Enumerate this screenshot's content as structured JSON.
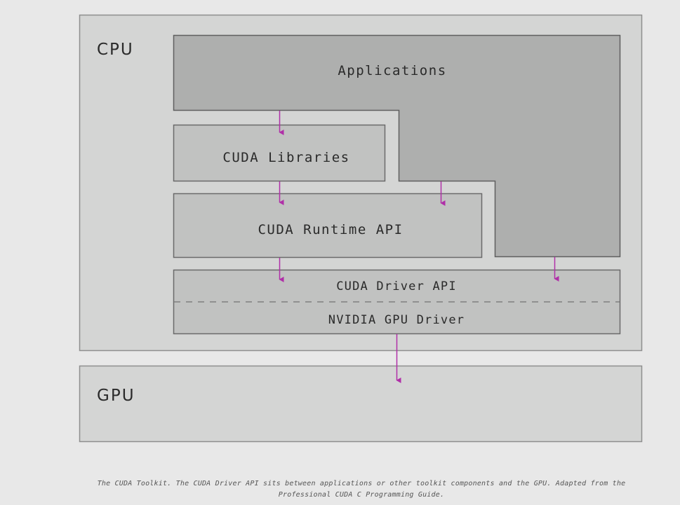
{
  "diagram": {
    "regions": {
      "cpu": {
        "label": "CPU"
      },
      "gpu": {
        "label": "GPU"
      }
    },
    "blocks": {
      "applications": {
        "label": "Applications"
      },
      "cuda_libraries": {
        "label": "CUDA Libraries"
      },
      "cuda_runtime_api": {
        "label": "CUDA Runtime API"
      },
      "cuda_driver_api": {
        "label": "CUDA Driver API"
      },
      "nvidia_gpu_driver": {
        "label": "NVIDIA GPU Driver"
      }
    },
    "arrows": [
      {
        "from": "Applications",
        "to": "CUDA Libraries"
      },
      {
        "from": "CUDA Libraries",
        "to": "CUDA Runtime API"
      },
      {
        "from": "Applications",
        "to": "CUDA Runtime API"
      },
      {
        "from": "CUDA Runtime API",
        "to": "CUDA Driver API"
      },
      {
        "from": "Applications",
        "to": "CUDA Driver API"
      },
      {
        "from": "NVIDIA GPU Driver",
        "to": "GPU"
      }
    ],
    "colors": {
      "page_bg": "#e8e8e8",
      "region_fill": "#d4d5d4",
      "region_stroke": "#8e8e8e",
      "applications_fill": "#aeafae",
      "block_fill": "#c1c2c1",
      "block_stroke": "#6a6a6a",
      "arrow": "#b02fa8",
      "text": "#2a2a2a"
    }
  },
  "caption": {
    "line1": "The CUDA Toolkit. The CUDA Driver API sits between applications or other toolkit components and the GPU. Adapted from the",
    "line2": "Professional CUDA C Programming Guide."
  }
}
